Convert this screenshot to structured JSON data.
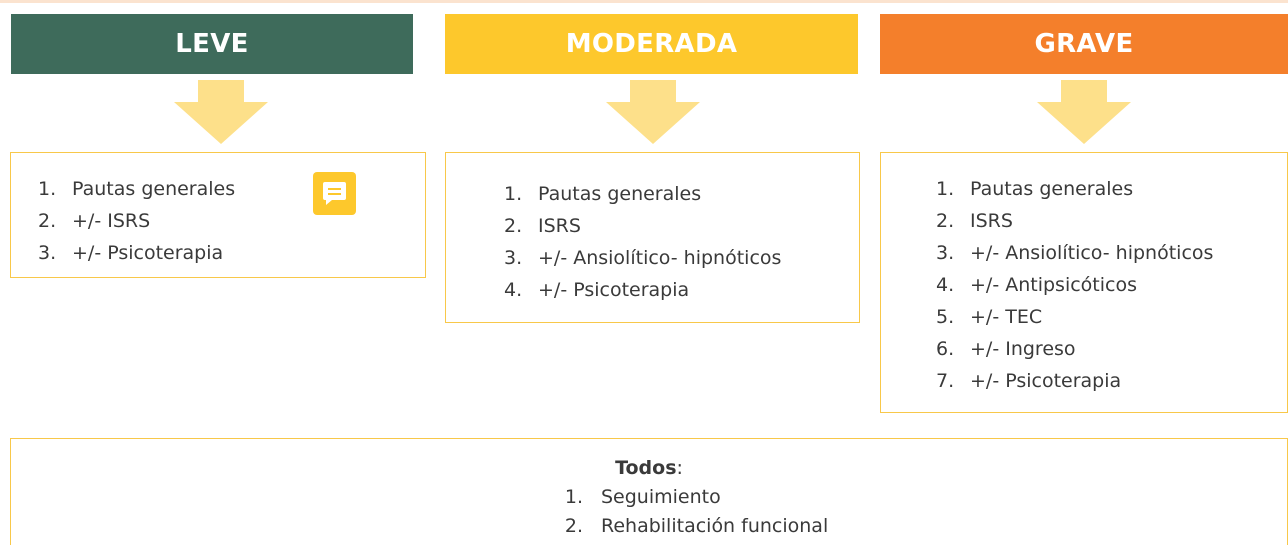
{
  "columns": {
    "leve": {
      "title": "LEVE",
      "color": "#3e6b5b",
      "items": [
        {
          "num": "1.",
          "text": "Pautas generales"
        },
        {
          "num": "2.",
          "text": "+/- ISRS"
        },
        {
          "num": "3.",
          "text": "+/- Psicoterapia"
        }
      ],
      "comment_icon": "comment-icon"
    },
    "moderada": {
      "title": "MODERADA",
      "color": "#fdc82c",
      "items": [
        {
          "num": "1.",
          "text": "Pautas generales"
        },
        {
          "num": "2.",
          "text": "ISRS"
        },
        {
          "num": "3.",
          "text": "+/- Ansiolítico- hipnóticos"
        },
        {
          "num": "4.",
          "text": "+/- Psicoterapia"
        }
      ]
    },
    "grave": {
      "title": "GRAVE",
      "color": "#f47f2b",
      "items": [
        {
          "num": "1.",
          "text": "Pautas generales"
        },
        {
          "num": "2.",
          "text": "ISRS"
        },
        {
          "num": "3.",
          "text": "+/- Ansiolítico- hipnóticos"
        },
        {
          "num": "4.",
          "text": "+/- Antipsicóticos"
        },
        {
          "num": "5.",
          "text": "+/- TEC"
        },
        {
          "num": "6.",
          "text": "+/- Ingreso"
        },
        {
          "num": "7.",
          "text": "+/- Psicoterapia"
        }
      ]
    }
  },
  "todos": {
    "title": "Todos",
    "suffix": ":",
    "items": [
      {
        "num": "1.",
        "text": "Seguimiento"
      },
      {
        "num": "2.",
        "text": "Rehabilitación funcional"
      }
    ]
  },
  "colors": {
    "arrow": "#fde08a",
    "box_border": "#f8c84a",
    "comment_icon_bg": "#fdc82c"
  }
}
